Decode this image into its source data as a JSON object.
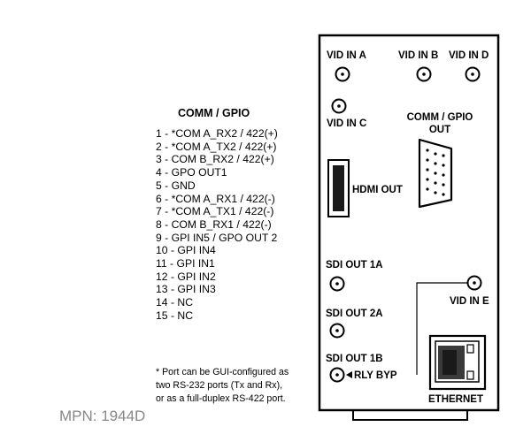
{
  "comm_gpio": {
    "title": "COMM / GPIO",
    "pins": [
      "1 - *COM A_RX2 / 422(+)",
      "2 - *COM A_TX2 / 422(+)",
      "3 - COM B_RX2 / 422(+)",
      "4 - GPO OUT1",
      "5 - GND",
      "6 - *COM A_RX1 / 422(-)",
      "7 - *COM A_TX1 / 422(-)",
      "8 - COM B_RX1 / 422(-)",
      "9 - GPI IN5 / GPO OUT 2",
      "10 - GPI IN4",
      "11 - GPI IN1",
      "12 - GPI IN2",
      "13 - GPI IN3",
      "14 - NC",
      "15 - NC"
    ],
    "footnote": [
      "* Port can be GUI-configured as",
      "two RS-232 ports (Tx and Rx),",
      "or as a full-duplex RS-422 port."
    ]
  },
  "mpn": "MPN: 1944D",
  "panel": {
    "vid_in_a": "VID IN A",
    "vid_in_b": "VID IN B",
    "vid_in_d": "VID IN D",
    "vid_in_c": "VID IN C",
    "comm_gpio_line1": "COMM / GPIO",
    "comm_gpio_line2": "OUT",
    "hdmi_out": "HDMI OUT",
    "sdi_out_1a": "SDI OUT 1A",
    "sdi_out_2a": "SDI OUT 2A",
    "sdi_out_1b": "SDI OUT 1B",
    "rly_byp": "RLY BYP",
    "vid_in_e": "VID IN E",
    "ethernet": "ETHERNET"
  }
}
